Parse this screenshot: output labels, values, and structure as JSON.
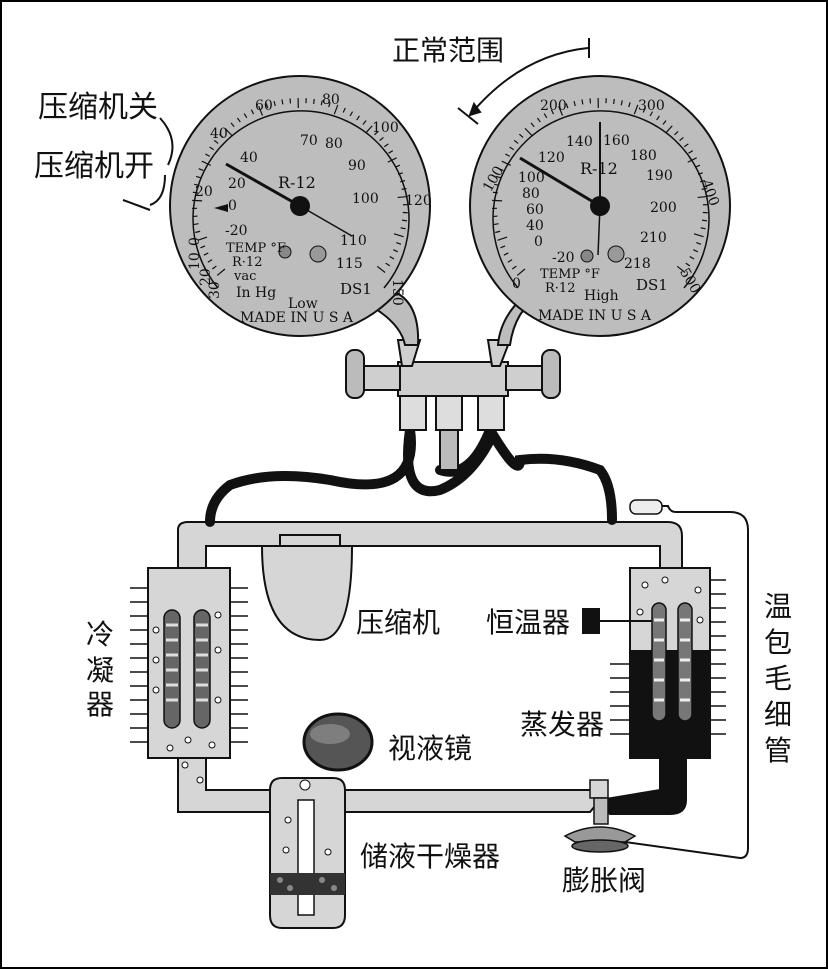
{
  "labels": {
    "compressor_off": "压缩机关",
    "compressor_on": "压缩机开",
    "normal_range": "正常范围",
    "condenser": [
      "冷",
      "凝",
      "器"
    ],
    "compressor": "压缩机",
    "thermostat": "恒温器",
    "evaporator": "蒸发器",
    "sight_glass": "视液镜",
    "receiver_drier": "储液干燥器",
    "expansion_valve": "膨胀阀",
    "bulb_capillary": [
      "温",
      "包",
      "毛",
      "细",
      "管"
    ]
  },
  "low_gauge": {
    "center_label": "R-12",
    "outer_ticks": [
      "20",
      "40",
      "60",
      "80",
      "100",
      "120",
      "150"
    ],
    "inner_ticks": [
      "-20",
      "0",
      "20",
      "40",
      "70",
      "80",
      "90",
      "100",
      "110",
      "115"
    ],
    "vac_ticks": [
      "0",
      "10",
      "20",
      "30"
    ],
    "temp_label": "TEMP °F",
    "refrigerant": "R·12",
    "vac": "vac",
    "unit": "In Hg",
    "name": "Low",
    "brand": "DS1",
    "made_in": "MADE IN U S A"
  },
  "high_gauge": {
    "center_label": "R-12",
    "outer_ticks": [
      "0",
      "100",
      "200",
      "300",
      "400",
      "500"
    ],
    "inner_ticks": [
      "-20",
      "0",
      "40",
      "60",
      "80",
      "100",
      "120",
      "140",
      "160",
      "180",
      "190",
      "200",
      "210",
      "218"
    ],
    "temp_label": "TEMP °F",
    "refrigerant": "R·12",
    "name": "High",
    "brand": "DS1",
    "made_in": "MADE IN U S A"
  },
  "colors": {
    "gauge_face": "#bdbdbd",
    "pipe_fill": "#d6d6d6",
    "hose": "#111111",
    "line": "#111111"
  }
}
